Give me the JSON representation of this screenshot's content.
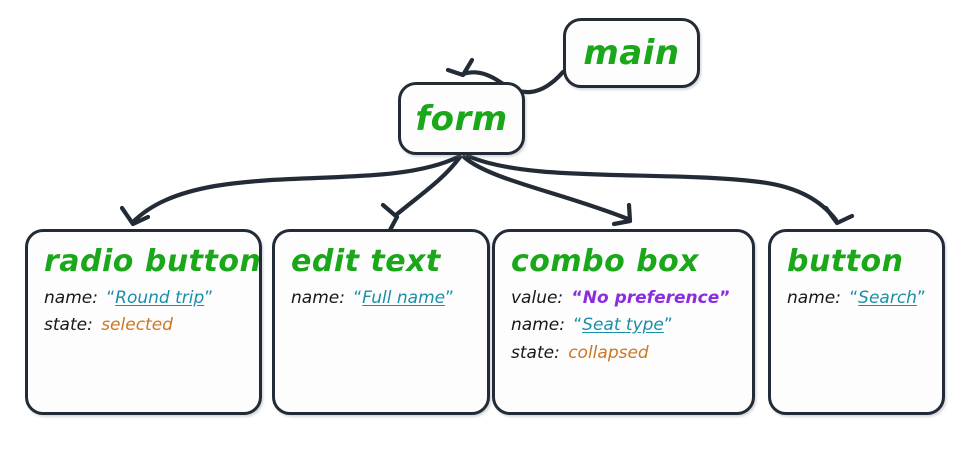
{
  "diagram": {
    "title": "accessibility-tree",
    "colors": {
      "node_border": "#222b36",
      "node_fill": "#fdfdfd",
      "role": "#1aa81a",
      "name_link": "#1a8fa8",
      "value": "#8b2ce0",
      "state": "#cc7722",
      "edge": "#222b36"
    },
    "nodes": [
      {
        "id": "main",
        "role": "main",
        "attributes": []
      },
      {
        "id": "form",
        "role": "form",
        "attributes": []
      },
      {
        "id": "radio-button",
        "role": "radio button",
        "attributes": [
          {
            "key": "name:",
            "value": "Round trip",
            "kind": "link",
            "quoted": true
          },
          {
            "key": "state:",
            "value": "selected",
            "kind": "state",
            "quoted": false
          }
        ]
      },
      {
        "id": "edit-text",
        "role": "edit text",
        "attributes": [
          {
            "key": "name:",
            "value": "Full name",
            "kind": "link",
            "quoted": true
          }
        ]
      },
      {
        "id": "combo-box",
        "role": "combo box",
        "attributes": [
          {
            "key": "value:",
            "value": "No preference",
            "kind": "value",
            "quoted": true
          },
          {
            "key": "name:",
            "value": "Seat type",
            "kind": "link",
            "quoted": true
          },
          {
            "key": "state:",
            "value": "collapsed",
            "kind": "state",
            "quoted": false
          }
        ]
      },
      {
        "id": "button",
        "role": "button",
        "attributes": [
          {
            "key": "name:",
            "value": "Search",
            "kind": "link",
            "quoted": true
          }
        ]
      }
    ],
    "edges": [
      {
        "from": "main",
        "to": "form",
        "arrow": true
      },
      {
        "from": "form",
        "to": "radio-button",
        "arrow": true
      },
      {
        "from": "form",
        "to": "edit-text",
        "arrow": true
      },
      {
        "from": "form",
        "to": "combo-box",
        "arrow": true
      },
      {
        "from": "form",
        "to": "button",
        "arrow": true
      }
    ],
    "quote_open": "“",
    "quote_close": "”"
  }
}
